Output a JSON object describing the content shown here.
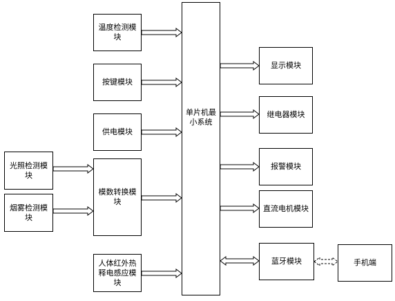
{
  "modules": {
    "temperature": "温度检测模块",
    "keys": "按键模块",
    "power": "供电模块",
    "adc": "模数转换模块",
    "pir": "人体红外热释电感应模块",
    "light": "光照检测模块",
    "smoke": "烟雾检测模块",
    "mcu": "单片机最小系统",
    "display": "显示模块",
    "relay": "继电器模块",
    "alarm": "报警模块",
    "dc_motor": "直流电机模块",
    "bluetooth": "蓝牙模块",
    "phone": "手机端"
  }
}
